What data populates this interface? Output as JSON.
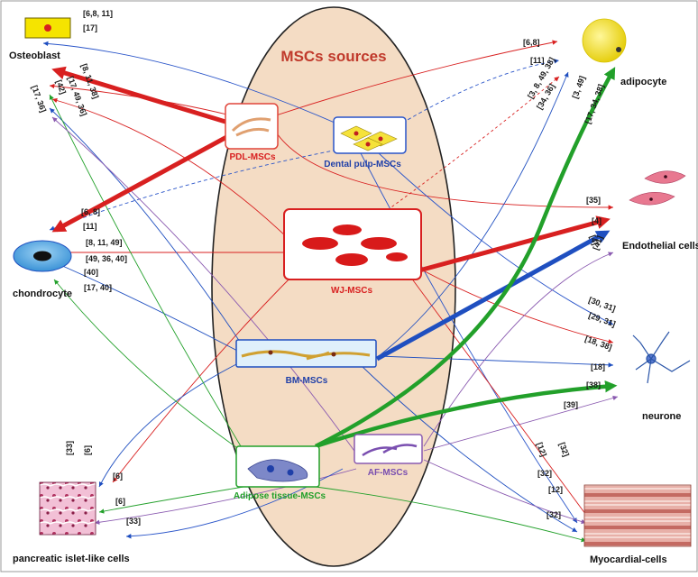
{
  "title": "MSCs sources",
  "colors": {
    "pdl": "#e02020",
    "dental": "#2a55c9",
    "wj": "#d82020",
    "bm": "#1f4fc0",
    "adipose": "#22a02a",
    "af": "#8a5ab0",
    "ellipse_fill": "#f4dcc4",
    "ellipse_stroke": "#222222",
    "title_color": "#c0392b"
  },
  "sources": {
    "pdl": "PDL-MSCs",
    "dental": "Dental pulp-MSCs",
    "wj": "WJ-MSCs",
    "bm": "BM-MSCs",
    "adipose": "Adipose tissue-MSCs",
    "af": "AF-MSCs"
  },
  "targets": {
    "osteoblast": "Osteoblast",
    "chondrocyte": "chondrocyte",
    "pancreatic": "pancreatic islet-like cells",
    "adipocyte": "adipocyte",
    "endothelial": "Endothelial cells",
    "neurone": "neurone",
    "myocardial": "Myocardial-cells"
  },
  "refs": {
    "ost_6_8_11": "[6,8, 11]",
    "ost_17": "[17]",
    "ost_8_11_38": "[8, 11, 38]",
    "ost_17_49_36": "[17, 49, 36]",
    "ost_42": "[42]",
    "ost_17_36": "[17, 36]",
    "chon_6_8": "[6, 8]",
    "chon_11": "[11]",
    "chon_8_11_49": "[8, 11, 49]",
    "chon_49_36_40": "[49, 36, 40]",
    "chon_40": "[40]",
    "chon_17_40": "[17, 40]",
    "panc_33a": "[33]",
    "panc_6a": "[6]",
    "panc_6b": "[6]",
    "panc_6c": "[6]",
    "panc_33b": "[33]",
    "adi_6_8": "[6,8]",
    "adi_11": "[11]",
    "adi_3_8_49_38": "[3, 8, 49, 38]",
    "adi_34_36": "[34, 36]",
    "adi_3_49": "[3, 49]",
    "adi_17_34_38": "[17, 34, 38]",
    "endo_35": "[35]",
    "endo_4a": "[4]",
    "endo_4b": "[4]",
    "endo_41": "[41]",
    "neu_30_31": "[30, 31]",
    "neu_29_31": "[29, 31]",
    "neu_18_38": "[18, 38]",
    "neu_18": "[18]",
    "neu_38": "[38]",
    "neu_39": "[39]",
    "myo_12a": "[12]",
    "myo_32a": "[32]",
    "myo_32b": "[32]",
    "myo_12b": "[12]",
    "myo_32c": "[32]"
  }
}
